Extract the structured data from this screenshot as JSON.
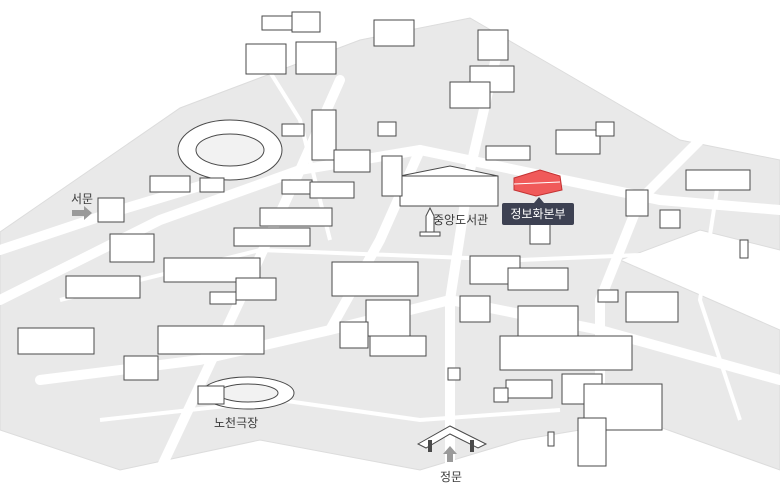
{
  "labels": {
    "west_gate": "서문",
    "central_library": "중앙도서관",
    "information_hq": "정보화본부",
    "open_air_theater": "노천극장",
    "main_gate": "정문"
  },
  "colors": {
    "road": "#e8e8e8",
    "road_edge": "#d9d9d9",
    "building_stroke": "#4a4a4a",
    "highlight_fill": "#f05a5a",
    "callout_bg": "#3d4152"
  }
}
